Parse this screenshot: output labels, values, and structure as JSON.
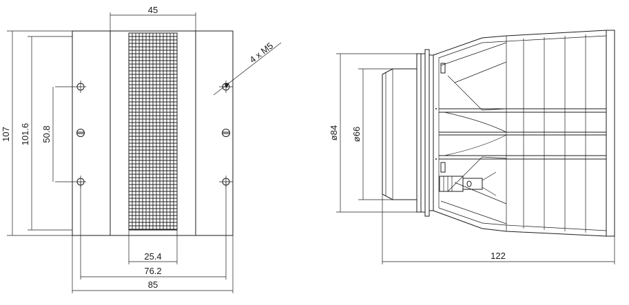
{
  "front_view": {
    "dims": {
      "grille_width": "45",
      "mount_holes": "4 x M5",
      "height_total": "107",
      "height_inner": "101.6",
      "hole_spacing_vertical": "50.8",
      "slot_width": "25.4",
      "hole_spacing_horizontal": "76.2",
      "width_total": "85"
    }
  },
  "side_view": {
    "dims": {
      "outer_diameter": "ø84",
      "inner_diameter": "ø66",
      "depth": "122"
    }
  }
}
